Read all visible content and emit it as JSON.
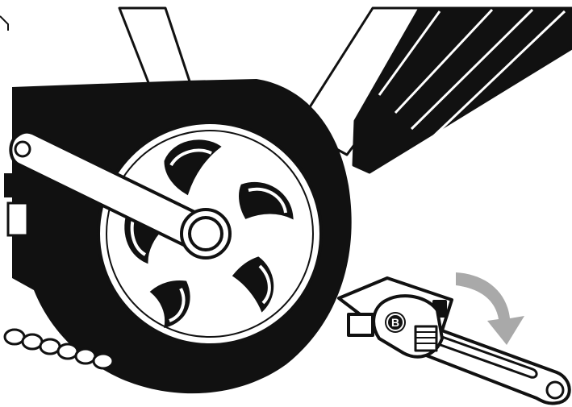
{
  "illustration": {
    "callout": {
      "label": "B"
    },
    "colors": {
      "ink": "#111111",
      "paper": "#ffffff",
      "arrow": "#a9a9a9"
    },
    "icons": {
      "callout": "circled-letter-badge",
      "arrow": "curved-rotation-arrow"
    }
  }
}
